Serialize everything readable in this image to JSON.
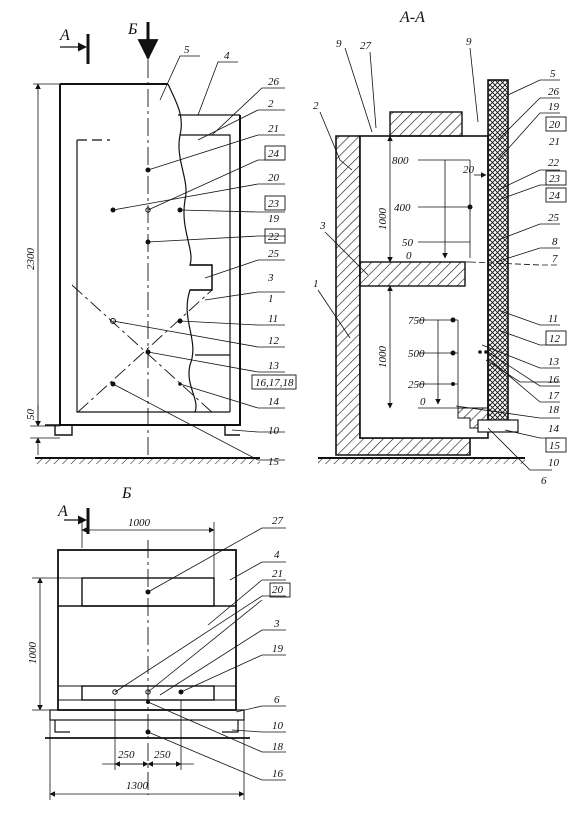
{
  "section_labels": {
    "arrow_a_top": "А",
    "arrow_b_top": "Б",
    "section_aa": "А-А",
    "view_b": "Б",
    "arrow_a_bottom": "А"
  },
  "front_view": {
    "callouts": [
      "5",
      "4",
      "26",
      "2",
      "21",
      "24",
      "20",
      "23",
      "19",
      "22",
      "25",
      "3",
      "1",
      "11",
      "12",
      "13",
      "16,17,18",
      "14",
      "10",
      "15"
    ],
    "boxed": [
      "24",
      "23",
      "22",
      "16,17,18"
    ],
    "dim_height": "2300",
    "dim_base": "50"
  },
  "section_view": {
    "callouts": [
      "9",
      "27",
      "9",
      "5",
      "2",
      "26",
      "19",
      "20",
      "21",
      "22",
      "23",
      "24",
      "25",
      "8",
      "7",
      "3",
      "1",
      "11",
      "12",
      "13",
      "16",
      "17",
      "18",
      "14",
      "15",
      "10",
      "6"
    ],
    "boxed": [
      "20",
      "23",
      "24",
      "12",
      "15"
    ],
    "dims": [
      "1000",
      "1000"
    ],
    "levels": [
      "800",
      "20",
      "400",
      "50",
      "0",
      "750",
      "500",
      "250",
      "0"
    ]
  },
  "plan_view": {
    "callouts": [
      "27",
      "4",
      "21",
      "20",
      "3",
      "19",
      "6",
      "10",
      "18",
      "16"
    ],
    "dims": [
      "1000",
      "1000",
      "250",
      "250",
      "1300"
    ]
  }
}
